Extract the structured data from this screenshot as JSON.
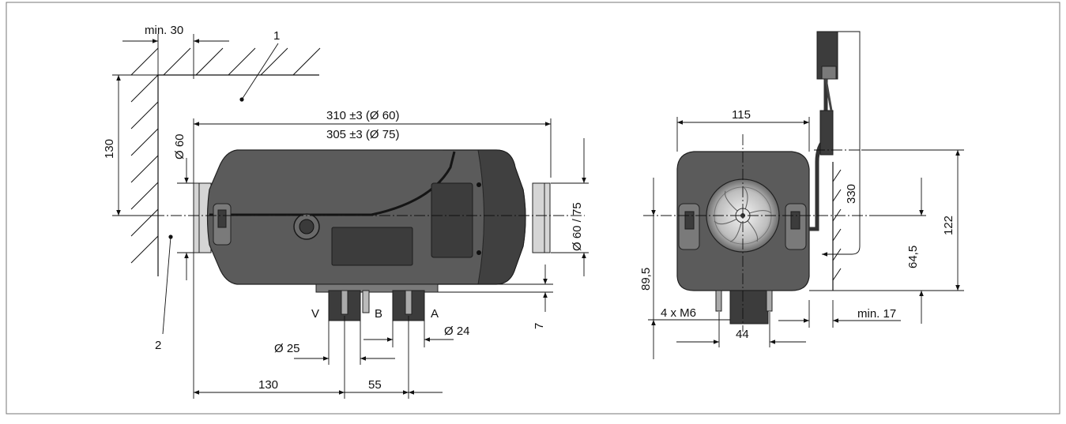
{
  "labels": {
    "min30": "min. 30",
    "ref1": "1",
    "ref2": "2",
    "dim130v": "130",
    "dia60": "Ø 60",
    "len310": "310 ±3 (Ø 60)",
    "len305": "305 ±3 (Ø 75)",
    "dia6075": "Ø 60 / 75",
    "d7": "7",
    "portV": "V",
    "portB": "B",
    "portA": "A",
    "dia24": "Ø 24",
    "dia25": "Ø 25",
    "d130h": "130",
    "d55": "55",
    "w115": "115",
    "h330": "330",
    "h122": "122",
    "h645": "64,5",
    "h895": "89,5",
    "m6": "4 x M6",
    "min17": "min. 17",
    "d44": "44"
  }
}
